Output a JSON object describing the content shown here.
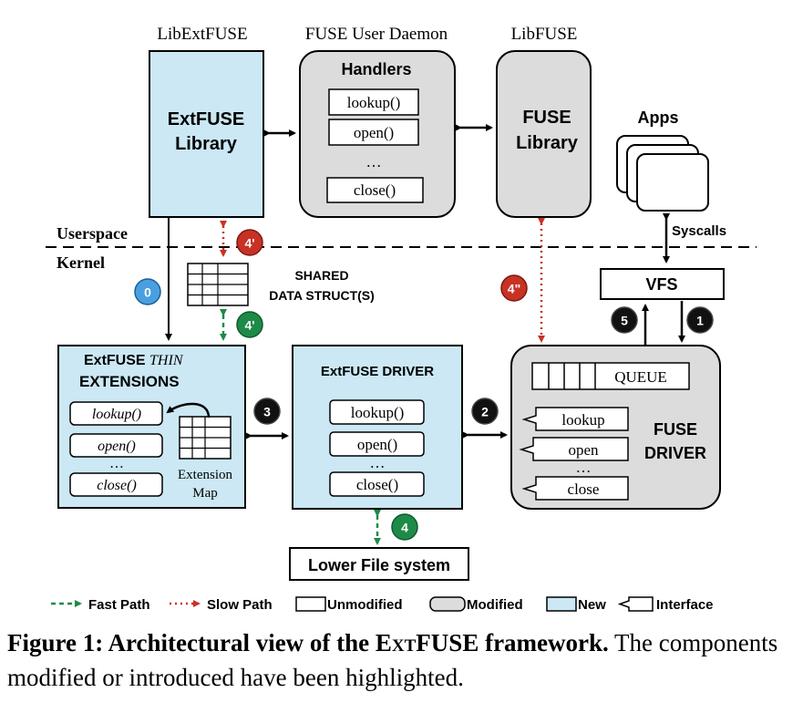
{
  "top_labels": {
    "libextfuse": "LibExtFUSE",
    "daemon": "FUSE User Daemon",
    "libfuse": "LibFUSE"
  },
  "extfuse_library": {
    "line1": "ExtFUSE",
    "line2": "Library"
  },
  "handlers": {
    "title": "Handlers",
    "items": [
      "lookup()",
      "open()",
      "…",
      "close()"
    ]
  },
  "fuse_library": {
    "line1": "FUSE",
    "line2": "Library"
  },
  "apps": {
    "label": "Apps"
  },
  "syscalls": "Syscalls",
  "userspace": "Userspace",
  "kernel": "Kernel",
  "vfs": "VFS",
  "shared": {
    "line1": "SHARED",
    "line2": "DATA STRUCT(S)"
  },
  "thin_extensions": {
    "title_bold": "ExtFUSE",
    "title_italic": "THIN",
    "title_line2": "EXTENSIONS",
    "items": [
      "lookup()",
      "open()",
      "…",
      "close()"
    ],
    "map_label1": "Extension",
    "map_label2": "Map"
  },
  "driver": {
    "title": "ExtFUSE DRIVER",
    "items": [
      "lookup()",
      "open()",
      "…",
      "close()"
    ]
  },
  "fuse_driver": {
    "queue": "QUEUE",
    "label1": "FUSE",
    "label2": "DRIVER",
    "items": [
      "lookup",
      "open",
      "…",
      "close"
    ]
  },
  "lower_fs": "Lower File system",
  "badges": [
    "0",
    "1",
    "2",
    "3",
    "4",
    "4'",
    "4'",
    "4\"",
    "5"
  ],
  "colors": {
    "new": "#cbe8f4",
    "modified": "#dcdcdc",
    "fast_path": "#1e8a48",
    "slow_path": "#c83224",
    "badge_blue": "#4a9fe0",
    "badge_black": "#111111"
  },
  "legend": {
    "fast": "Fast Path",
    "slow": "Slow Path",
    "unmodified": "Unmodified",
    "modified": "Modified",
    "new": "New",
    "interface": "Interface"
  },
  "caption": {
    "bold_prefix": "Figure 1: Architectural view of the ",
    "bold_name": "ExtFUSE",
    "bold_suffix": " framework.",
    "rest": " The components modified or introduced have been highlighted."
  }
}
